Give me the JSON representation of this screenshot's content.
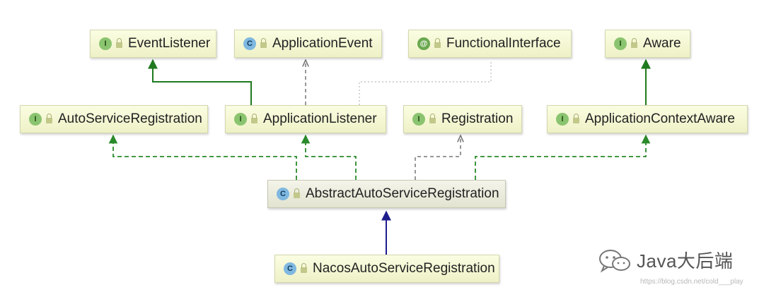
{
  "nodes": {
    "event_listener": {
      "kind": "I",
      "name": "EventListener"
    },
    "application_event": {
      "kind": "C",
      "name": "ApplicationEvent"
    },
    "functional_interface": {
      "kind": "@",
      "name": "FunctionalInterface"
    },
    "aware": {
      "kind": "I",
      "name": "Aware"
    },
    "auto_service_registration": {
      "kind": "I",
      "name": "AutoServiceRegistration"
    },
    "application_listener": {
      "kind": "I",
      "name": "ApplicationListener"
    },
    "registration": {
      "kind": "I",
      "name": "Registration"
    },
    "application_context_aware": {
      "kind": "I",
      "name": "ApplicationContextAware"
    },
    "abstract_auto_service_registration": {
      "kind": "C",
      "name": "AbstractAutoServiceRegistration"
    },
    "nacos_auto_service_registration": {
      "kind": "C",
      "name": "NacosAutoServiceRegistration"
    }
  },
  "watermark": {
    "text": "Java大后端",
    "url": "https://blog.csdn.net/cold___play"
  },
  "colors": {
    "extends_interface": "#1f7a1f",
    "implements": "#2a8a2a",
    "extends_class": "#1c1c8c",
    "dependency": "#777777"
  }
}
